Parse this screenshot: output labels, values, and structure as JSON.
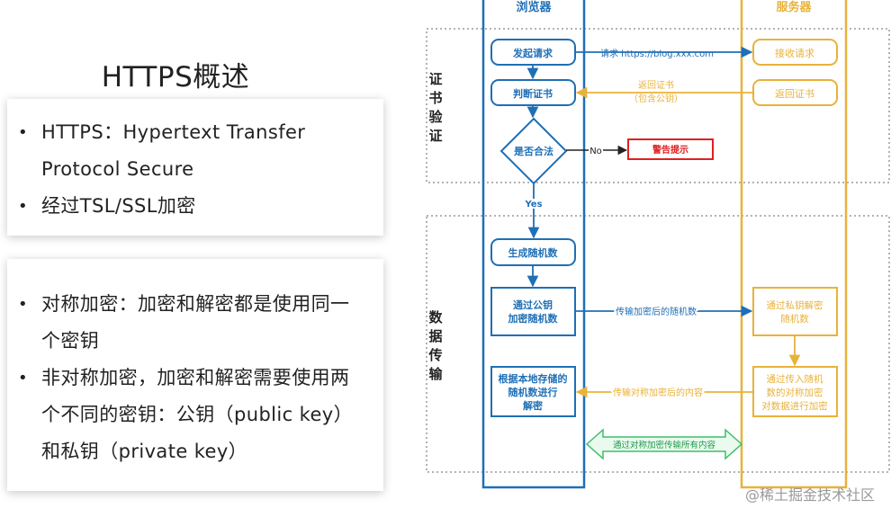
{
  "slide": {
    "title": "HTTPS概述",
    "card1": [
      {
        "line1": "HTTPS：Hypertext Transfer",
        "line2": "Protocol Secure"
      },
      {
        "line1": "经过TSL/SSL加密",
        "line2": ""
      }
    ],
    "card2": [
      {
        "line1": "对称加密：加密和解密都是使用同一",
        "line2": "个密钥"
      },
      {
        "line1": "非对称加密，加密和解密需要使用两",
        "line2": "个不同的密钥：公钥（public key）",
        "line3": "和私钥（private key）"
      }
    ]
  },
  "diagram": {
    "browser_label": "浏览器",
    "server_label": "服务器",
    "phase_cert": [
      "证",
      "书",
      "验",
      "证"
    ],
    "phase_data": [
      "数",
      "据",
      "传",
      "输"
    ],
    "nodes": {
      "send_request": "发起请求",
      "judge_cert": "判断证书",
      "is_valid": "是否合法",
      "warning": "警告提示",
      "gen_random": "生成随机数",
      "encrypt_random": [
        "通过公钥",
        "加密随机数"
      ],
      "decrypt_content": [
        "根据本地存储的",
        "随机数进行",
        "解密"
      ],
      "receive_request": "接收请求",
      "return_cert": "返回证书",
      "decrypt_random": [
        "通过私钥解密",
        "随机数"
      ],
      "encrypt_content": [
        "通过传入随机",
        "数的对称加密",
        "对数据进行加密"
      ]
    },
    "edges": {
      "request_url": "请求 https://blog.xxx.com",
      "return_cert": [
        "返回证书",
        "（包含公钥）"
      ],
      "no": "No",
      "yes": "Yes",
      "send_random": "传输加密后的随机数",
      "send_content": "传输对称加密后的内容",
      "all_traffic": "通过对称加密传输所有内容"
    },
    "colors": {
      "browser": "#1f6fb6",
      "server": "#e8b23a",
      "warning": "#e02020",
      "all_traffic": "#3dbf6a"
    }
  },
  "watermark": "@稀土掘金技术社区"
}
